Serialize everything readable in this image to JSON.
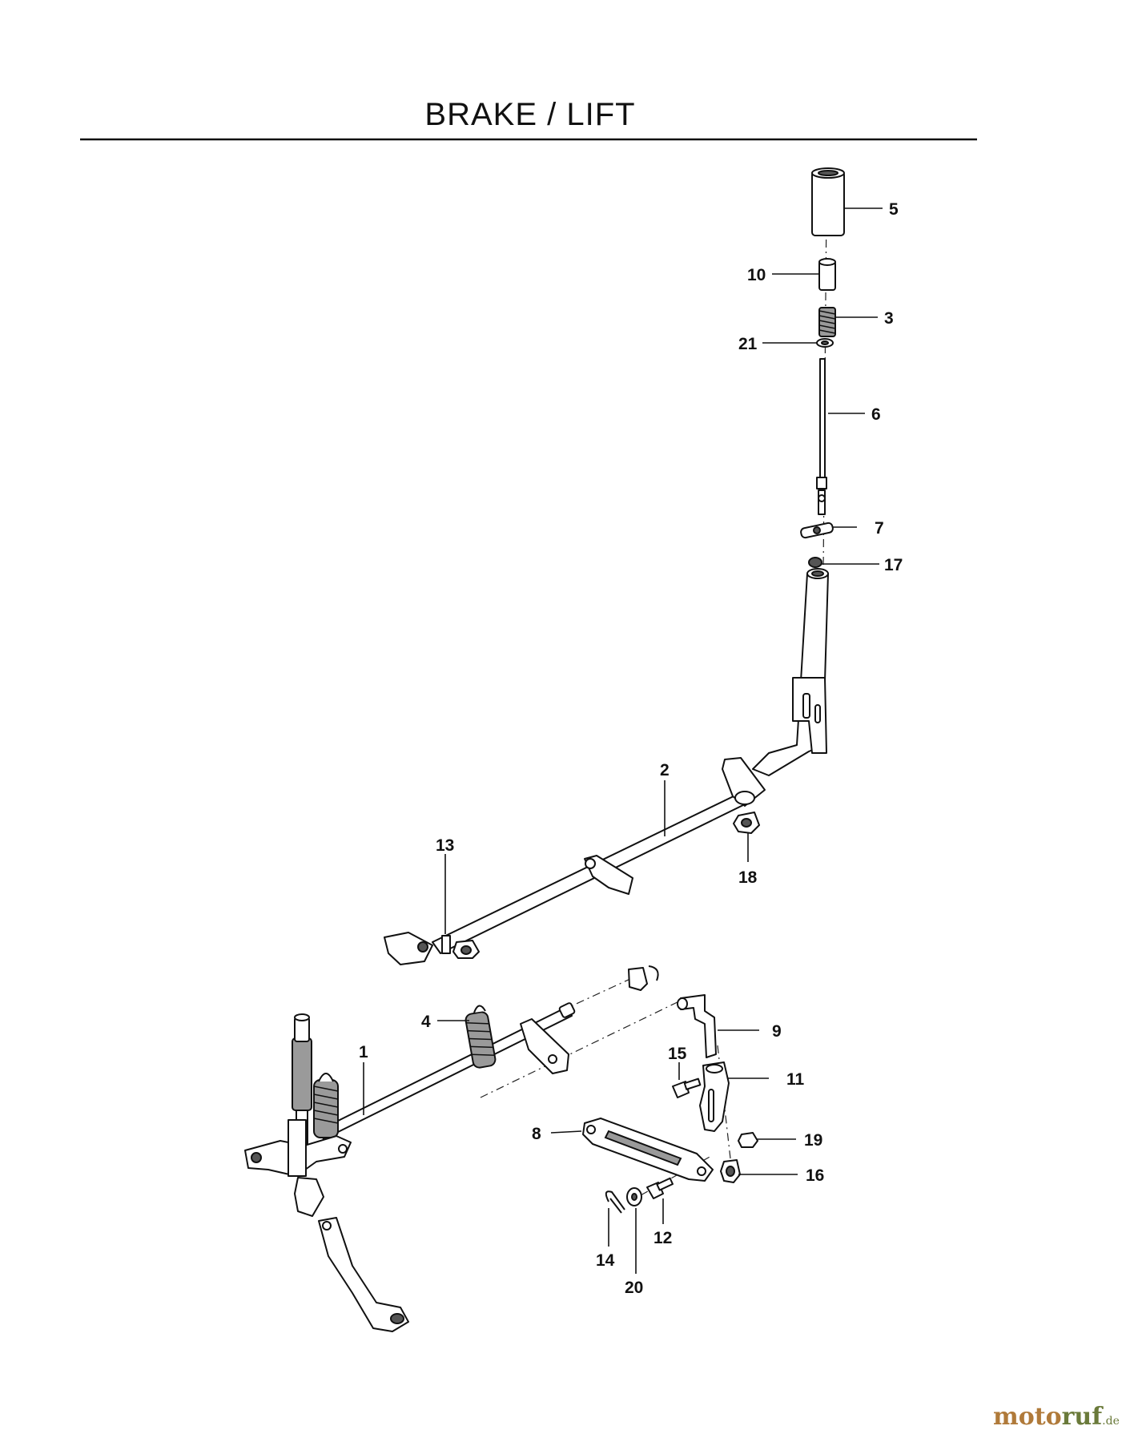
{
  "title": "BRAKE / LIFT",
  "parts": [
    {
      "id": "1",
      "label": "1"
    },
    {
      "id": "2",
      "label": "2"
    },
    {
      "id": "3",
      "label": "3"
    },
    {
      "id": "4",
      "label": "4"
    },
    {
      "id": "5",
      "label": "5"
    },
    {
      "id": "6",
      "label": "6"
    },
    {
      "id": "7",
      "label": "7"
    },
    {
      "id": "8",
      "label": "8"
    },
    {
      "id": "9",
      "label": "9"
    },
    {
      "id": "10",
      "label": "10"
    },
    {
      "id": "11",
      "label": "11"
    },
    {
      "id": "12",
      "label": "12"
    },
    {
      "id": "13",
      "label": "13"
    },
    {
      "id": "14",
      "label": "14"
    },
    {
      "id": "15",
      "label": "15"
    },
    {
      "id": "16",
      "label": "16"
    },
    {
      "id": "17",
      "label": "17"
    },
    {
      "id": "18",
      "label": "18"
    },
    {
      "id": "19",
      "label": "19"
    },
    {
      "id": "20",
      "label": "20"
    },
    {
      "id": "21",
      "label": "21"
    }
  ],
  "watermark": {
    "part1": "moto",
    "part2": "ruf",
    "suffix": ".de"
  }
}
